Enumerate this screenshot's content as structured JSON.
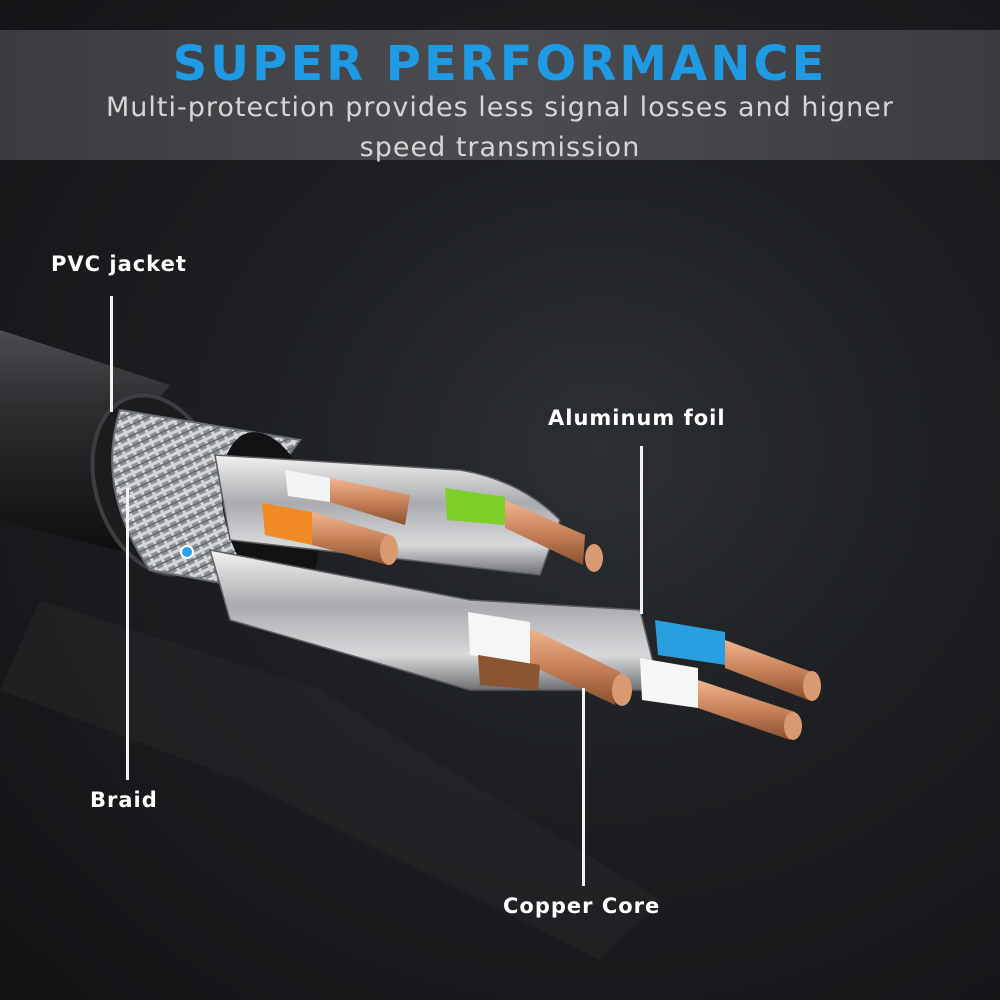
{
  "header": {
    "title": "SUPER PERFORMANCE",
    "subtitle": "Multi-protection provides less signal losses and higner speed transmission"
  },
  "labels": {
    "pvc_jacket": "PVC jacket",
    "braid": "Braid",
    "aluminum_foil": "Aluminum foil",
    "copper_core": "Copper Core"
  },
  "colors": {
    "title_blue": "#1f9be6",
    "wire_green": "#7fcf2a",
    "wire_orange": "#f08a24",
    "wire_blue": "#2a9fe0",
    "wire_brown": "#8a5530",
    "copper": "#c8825a"
  }
}
